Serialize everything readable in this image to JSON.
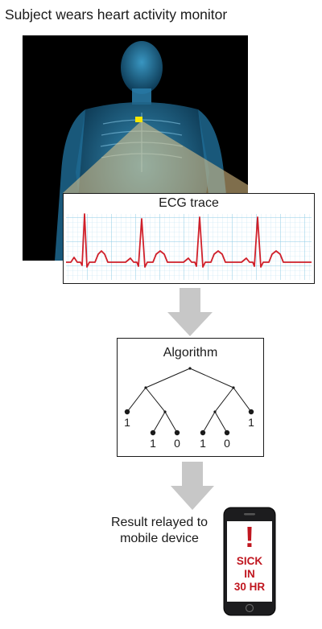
{
  "header": {
    "title": "Subject wears heart activity monitor"
  },
  "ecg": {
    "title": "ECG trace"
  },
  "algorithm": {
    "title": "Algorithm",
    "leaves": [
      "1",
      "1",
      "0",
      "1",
      "0",
      "1"
    ]
  },
  "result": {
    "line1": "Result relayed to",
    "line2": "mobile device"
  },
  "phone": {
    "alert_mark": "!",
    "line1": "SICK",
    "line2": "IN",
    "line3": "30 HR"
  },
  "colors": {
    "sensor": "#f5e600",
    "ecg_line": "#d0202a",
    "grid": "#9fd3ea",
    "alert": "#c0161f",
    "arrow": "#c7c7c7"
  }
}
